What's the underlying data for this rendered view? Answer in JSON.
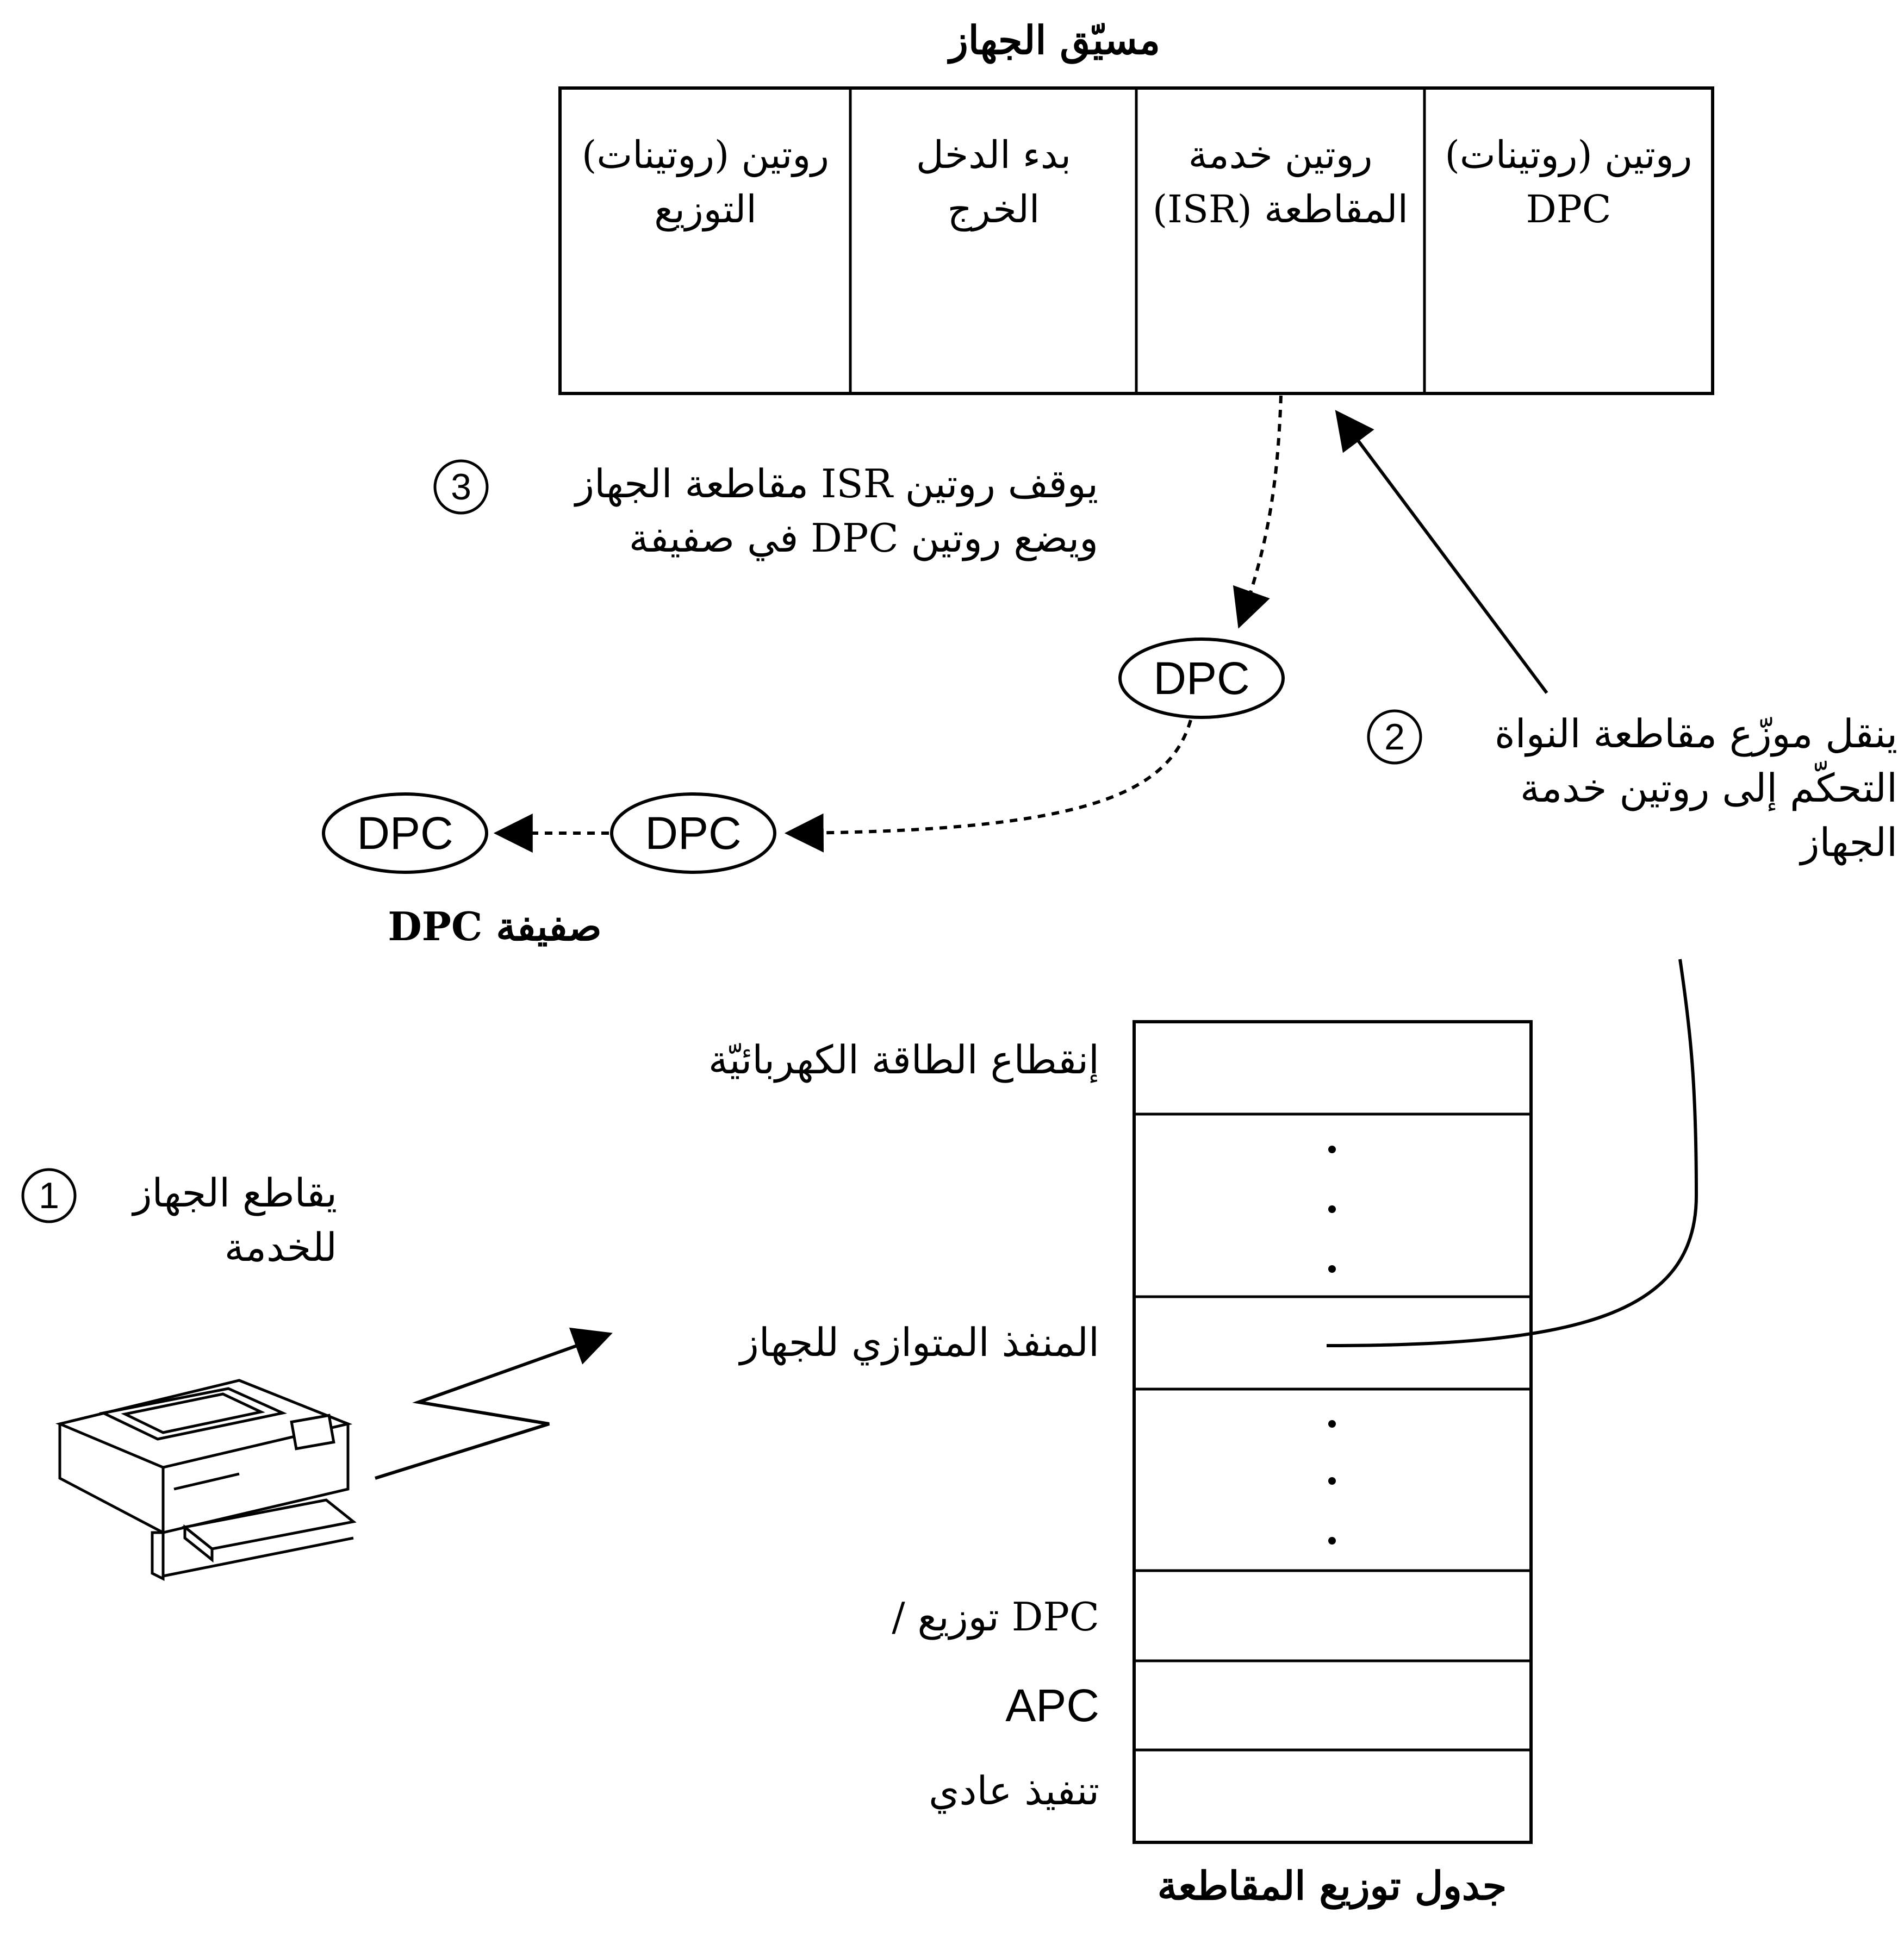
{
  "driver": {
    "title": "مسيّق الجهاز",
    "cells": [
      {
        "line1": "روتين (روتينات)",
        "line2": "DPC"
      },
      {
        "line1": "روتين خدمة",
        "line2": "المقاطعة (ISR)"
      },
      {
        "line1": "بدء الدخل",
        "line2": "الخرج"
      },
      {
        "line1": "روتين (روتينات)",
        "line2": "التوزيع"
      }
    ]
  },
  "steps": {
    "step1": {
      "number": "1",
      "line1": "يقاطع الجهاز",
      "line2": "للخدمة"
    },
    "step2": {
      "number": "2",
      "line1": "ينقل موزّع مقاطعة النواة",
      "line2": "التحكّم إلى روتين خدمة",
      "line3": "الجهاز"
    },
    "step3": {
      "number": "3",
      "line1": "يوقف روتين ISR مقاطعة الجهاز",
      "line2": "ويضع روتين DPC في صفيفة"
    }
  },
  "dpc_queue": {
    "items": [
      "DPC",
      "DPC",
      "DPC"
    ],
    "caption": "صفيفة DPC"
  },
  "dispatch_table": {
    "caption": "جدول توزيع المقاطعة",
    "rows": {
      "power_fail": "إنقطاع الطاقة الكهربائيّة",
      "parallel_port": "المنفذ المتوازي للجهاز",
      "dpc_dispatch": "DPC توزيع /",
      "apc": "APC",
      "normal": "تنفيذ عادي"
    }
  },
  "colors": {
    "ink": "#000000",
    "background": "#ffffff"
  },
  "icons": {
    "device": "printer-icon"
  }
}
